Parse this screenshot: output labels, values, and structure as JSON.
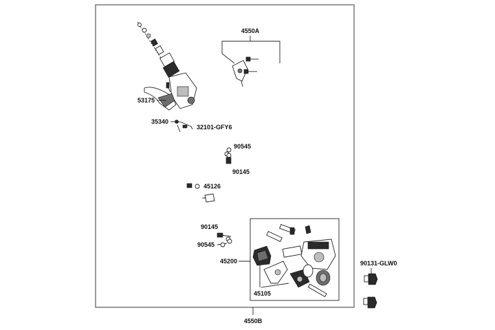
{
  "labels": {
    "assy_main": "4550B",
    "clamp_kit": "4550A",
    "lever": "53175",
    "switch": "35340",
    "wire": "32101-GFY6",
    "washer_top": "90545",
    "bolt_top": "90145",
    "hose_clamp": "45126",
    "bolt_bottom": "90145",
    "washer_bottom": "90545",
    "caliper_assy": "45200",
    "pad_set": "45105",
    "caliper_bolt": "90131-GLW0"
  }
}
